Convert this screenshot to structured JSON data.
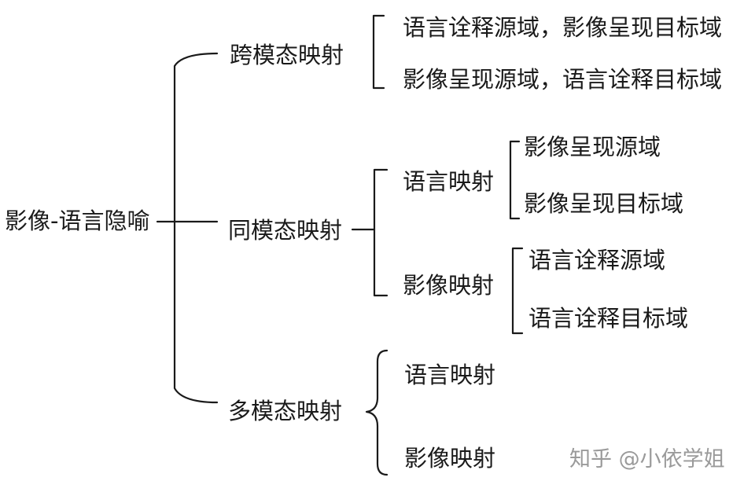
{
  "root": "影像-语言隐喻",
  "branches": {
    "cross_modal": {
      "label": "跨模态映射",
      "items": [
        "语言诠释源域，影像呈现目标域",
        "影像呈现源域，语言诠释目标域"
      ]
    },
    "same_modal": {
      "label": "同模态映射",
      "language_mapping": {
        "label": "语言映射",
        "items": [
          "影像呈现源域",
          "影像呈现目标域"
        ]
      },
      "image_mapping": {
        "label": "影像映射",
        "items": [
          "语言诠释源域",
          "语言诠释目标域"
        ]
      }
    },
    "multi_modal": {
      "label": "多模态映射",
      "items": [
        "语言映射",
        "影像映射"
      ]
    }
  },
  "watermark": "知乎 @小依学姐"
}
